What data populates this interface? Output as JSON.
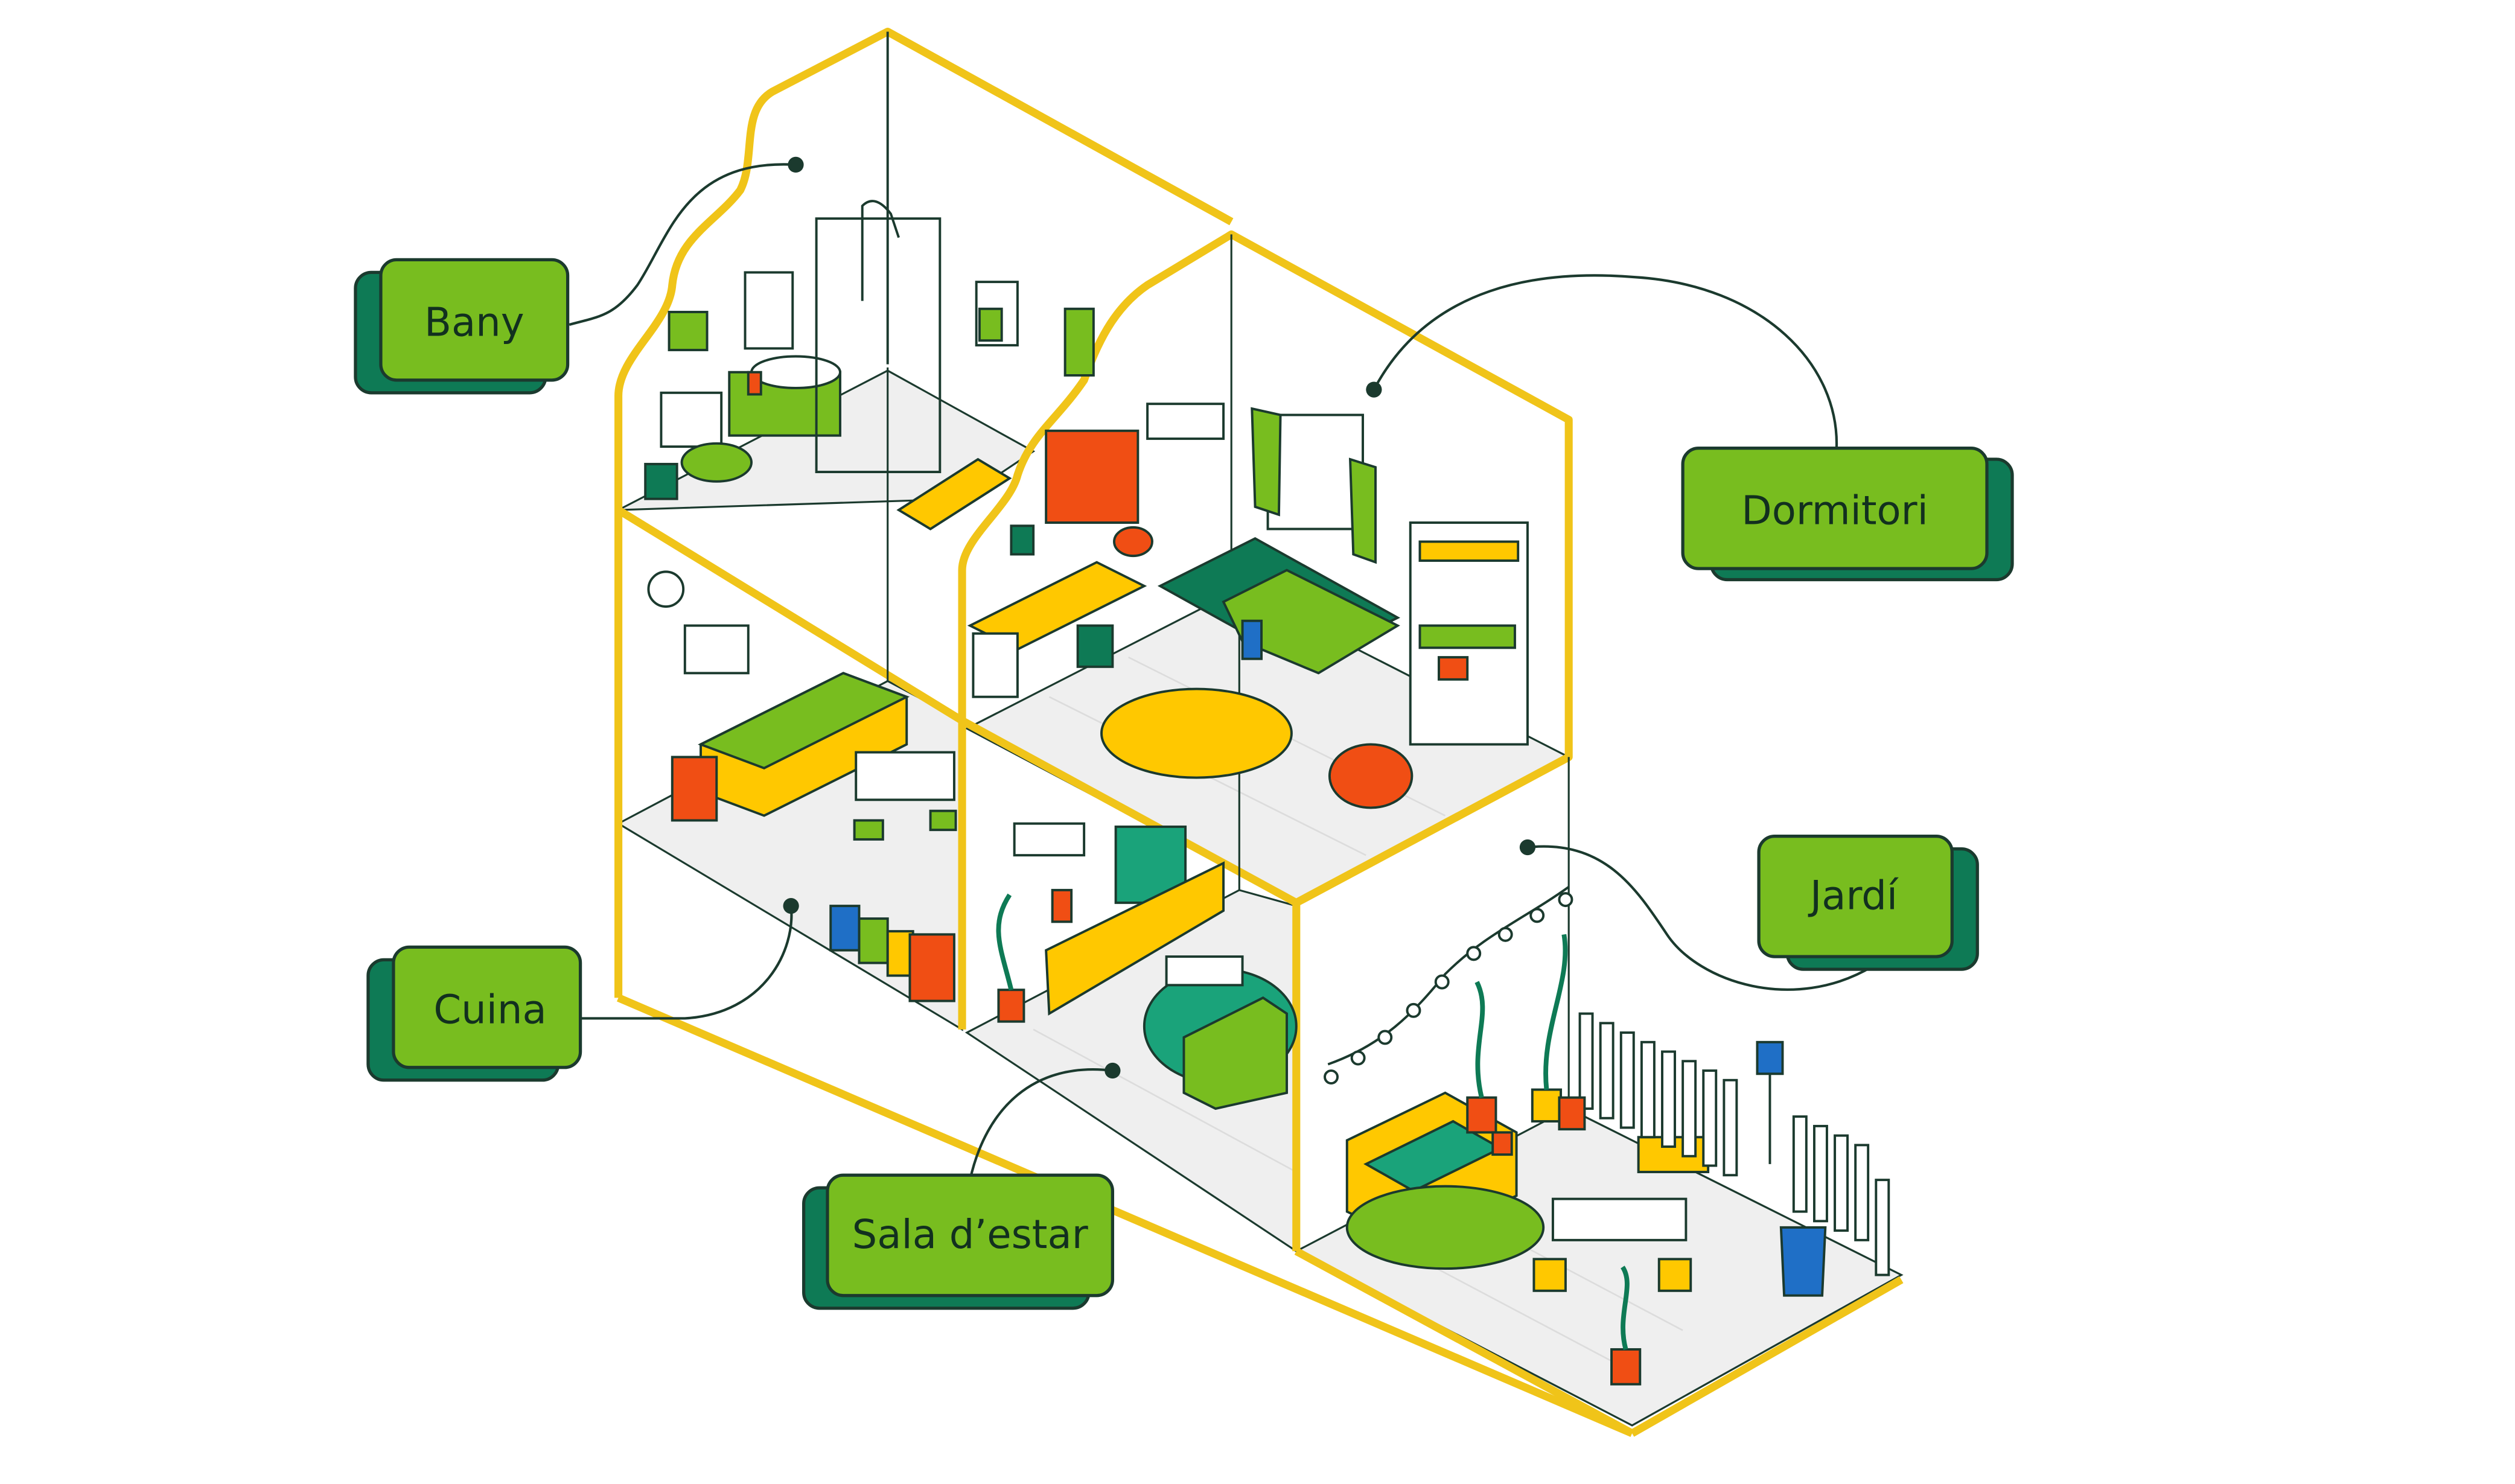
{
  "colors": {
    "outline": "#1b3a2e",
    "wall": "#f0c419",
    "green": "#78bd1f",
    "dark_green": "#0e7a55",
    "teal": "#1aa37a",
    "red": "#f04e14",
    "yellow": "#ffc800",
    "blue": "#1f6fc6",
    "floor": "#eeeeee"
  },
  "labels": {
    "bany": "Bany",
    "dormitori": "Dormitori",
    "cuina": "Cuina",
    "jardi": "Jardí",
    "sala": "Sala d’estar"
  }
}
